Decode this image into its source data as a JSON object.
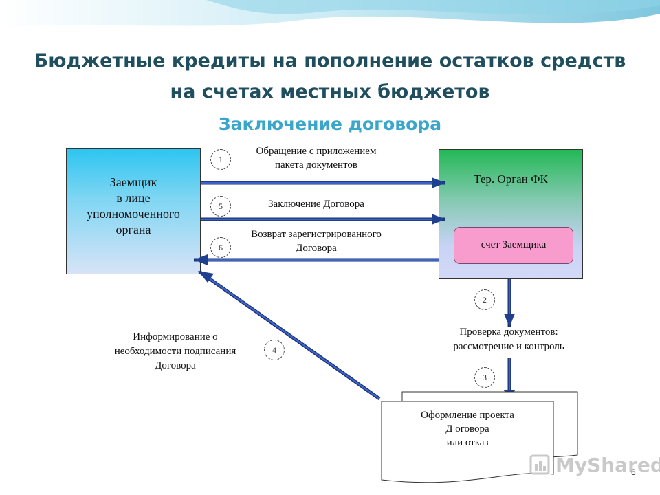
{
  "title_line1": "Бюджетные кредиты на пополнение остатков средств",
  "title_line2": "на счетах местных бюджетов",
  "subtitle": "Заключение договора",
  "borrower": {
    "line1": "Заемщик",
    "line2": "в лице",
    "line3": "уполномоченного",
    "line4": "органа"
  },
  "fk_organ": {
    "title": "Тер. Орган ФК",
    "account": "счет Заемщика"
  },
  "steps": {
    "s1": {
      "num": "1",
      "line1": "Обращение с приложением",
      "line2": "пакета документов"
    },
    "s5": {
      "num": "5",
      "line1": "Заключение Договора"
    },
    "s6": {
      "num": "6",
      "line1": "Возврат зарегистрированного",
      "line2": "Договора"
    },
    "s2": {
      "num": "2",
      "line1": "Проверка документов:",
      "line2": "рассмотрение и контроль"
    },
    "s3": {
      "num": "3"
    },
    "s4": {
      "num": "4",
      "line1": "Информирование о",
      "line2": "необходимости подписания",
      "line3": "Договора"
    }
  },
  "document": {
    "line1": "Оформление проекта",
    "line2": "Д оговора",
    "line3": "или отказ"
  },
  "watermark": "MyShared",
  "page_number": "6",
  "colors": {
    "title": "#1f4e5f",
    "subtitle": "#3aa6c9",
    "arrow": "#1f3f8f",
    "account_fill": "#f79ccd"
  }
}
